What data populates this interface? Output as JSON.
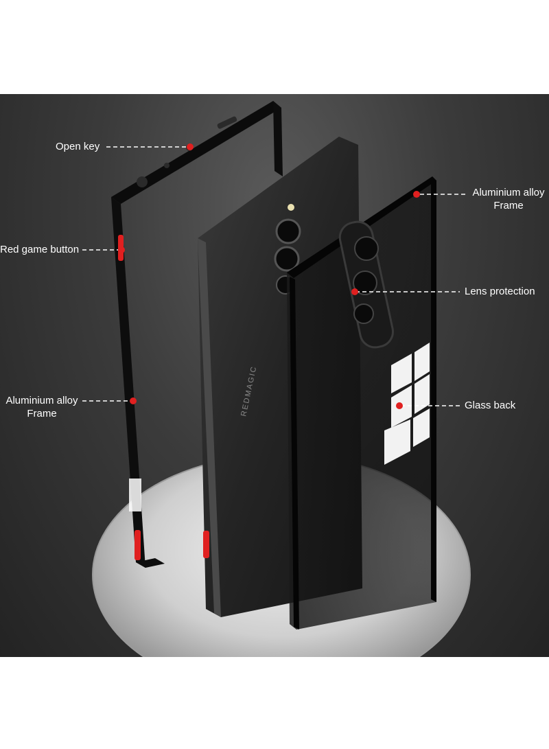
{
  "callouts": {
    "open_key": "Open key",
    "red_game_button": "Red game button",
    "frame_left_line1": "Aluminium alloy",
    "frame_left_line2": "Frame",
    "frame_right_line1": "Aluminium alloy",
    "frame_right_line2": "Frame",
    "lens_protection": "Lens protection",
    "glass_back": "Glass back"
  },
  "phone_markings": {
    "brand": "REDMAGIC"
  },
  "colors": {
    "background": "#ffffff",
    "studio_dark": "#2a2a2a",
    "accent_red": "#e02020",
    "frame_black": "#0d0d0d",
    "label_white": "#ffffff"
  }
}
